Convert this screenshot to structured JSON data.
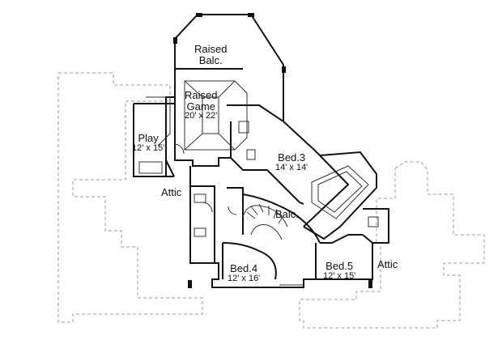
{
  "floor_plan": {
    "rooms": [
      {
        "name": "Raised\nBalc.",
        "dims": ""
      },
      {
        "name": "Raised\nGame",
        "dims": "20' x 22'"
      },
      {
        "name": "Play",
        "dims": "12' x 15'"
      },
      {
        "name": "Bed.3",
        "dims": "14' x 14'"
      },
      {
        "name": "Balc.",
        "dims": ""
      },
      {
        "name": "Bed.4",
        "dims": "12' x 16'"
      },
      {
        "name": "Bed.5",
        "dims": "12' x 15'"
      }
    ],
    "areas": [
      {
        "name": "Attic"
      },
      {
        "name": "Attic"
      }
    ],
    "colors": {
      "wall": "#111111",
      "attic_outline": "#9a9a9a",
      "background": "#ffffff"
    }
  }
}
